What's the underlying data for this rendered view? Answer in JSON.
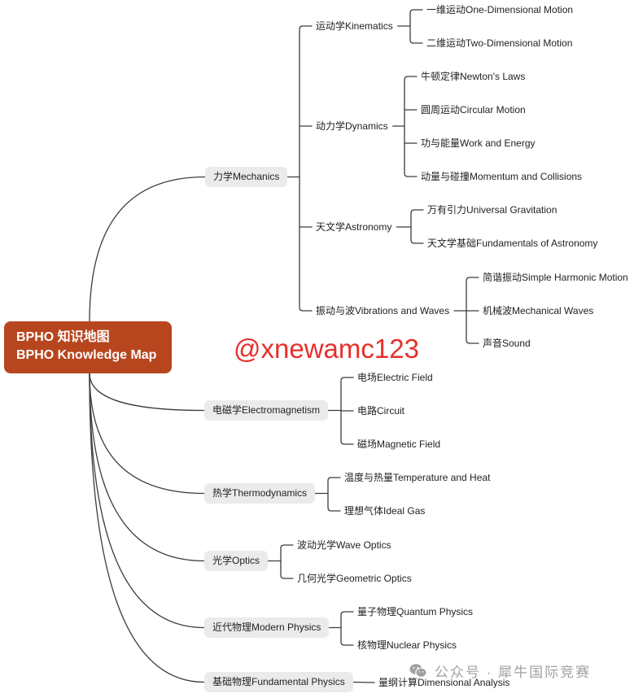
{
  "root": {
    "title_cn": "BPHO 知识地图",
    "title_en": "BPHO Knowledge Map"
  },
  "watermark": "@xnewamc123",
  "footer_watermark": "公众号 · 犀牛国际竞赛",
  "icons": {
    "footer": "wechat-icon"
  },
  "topics": [
    {
      "label": "力学Mechanics",
      "subtopics": [
        {
          "label": "运动学Kinematics",
          "items": [
            "一维运动One-Dimensional Motion",
            "二维运动Two-Dimensional Motion"
          ]
        },
        {
          "label": "动力学Dynamics",
          "items": [
            "牛顿定律Newton's Laws",
            "圆周运动Circular Motion",
            "功与能量Work and Energy",
            "动量与碰撞Momentum and Collisions"
          ]
        },
        {
          "label": "天文学Astronomy",
          "items": [
            "万有引力Universal Gravitation",
            "天文学基础Fundamentals of Astronomy"
          ]
        },
        {
          "label": "振动与波Vibrations and Waves",
          "items": [
            "简谐振动Simple Harmonic Motion",
            "机械波Mechanical Waves",
            "声音Sound"
          ]
        }
      ]
    },
    {
      "label": "电磁学Electromagnetism",
      "items": [
        "电场Electric Field",
        "电路Circuit",
        "磁场Magnetic Field"
      ]
    },
    {
      "label": "热学Thermodynamics",
      "items": [
        "温度与热量Temperature and Heat",
        "理想气体Ideal Gas"
      ]
    },
    {
      "label": "光学Optics",
      "items": [
        "波动光学Wave Optics",
        "几何光学Geometric Optics"
      ]
    },
    {
      "label": "近代物理Modern Physics",
      "items": [
        "量子物理Quantum Physics",
        "核物理Nuclear Physics"
      ]
    },
    {
      "label": "基础物理Fundamental Physics",
      "items": [
        "量纲计算Dimensional Analysis"
      ]
    }
  ],
  "colors": {
    "root_fill": "#b7461f",
    "root_text": "#ffffff",
    "topic_fill": "#ebebeb",
    "text": "#222222",
    "line": "#3c3c3c",
    "watermark": "#e5302a",
    "footer_watermark": "#9a9a9a"
  }
}
